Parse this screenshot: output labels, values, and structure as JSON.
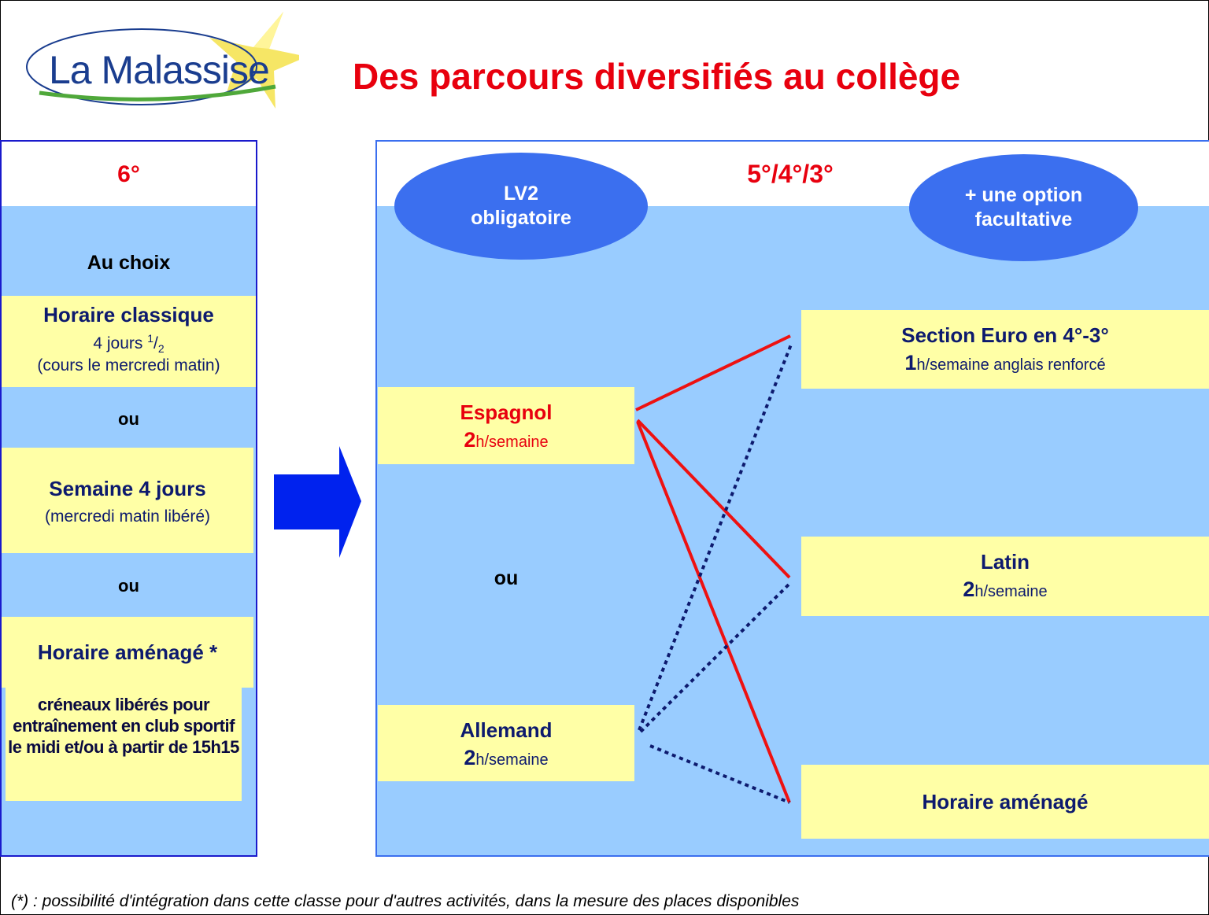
{
  "logo": {
    "text": "La Malassise"
  },
  "title": "Des parcours diversifiés au collège",
  "left_panel": {
    "heading": "6°",
    "choice_label": "Au choix",
    "option1": {
      "title": "Horaire classique",
      "line1_prefix": "4 jours ",
      "line1_num": "1",
      "line1_slash": "/",
      "line1_den": "2",
      "line2": "(cours le mercredi matin)"
    },
    "or1": "ou",
    "option2": {
      "title": "Semaine 4 jours",
      "line1": "(mercredi matin libéré)"
    },
    "or2": "ou",
    "option3": {
      "title": "Horaire aménagé *",
      "note": "créneaux libérés pour entraînement en club sportif le midi et/ou à partir de 15h15"
    }
  },
  "right_panel": {
    "heading": "5°/4°/3°",
    "lv2_oval": {
      "line1": "LV2",
      "line2": "obligatoire"
    },
    "option_oval": {
      "line1": "+ une option",
      "line2": "facultative"
    },
    "espagnol": {
      "name": "Espagnol",
      "hours_num": "2",
      "hours_unit": "h/semaine"
    },
    "or": "ou",
    "allemand": {
      "name": "Allemand",
      "hours_num": "2",
      "hours_unit": "h/semaine"
    },
    "euro": {
      "name": "Section Euro en 4°-3°",
      "hours_num": "1",
      "hours_unit": "h/semaine anglais renforcé"
    },
    "latin": {
      "name": "Latin",
      "hours_num": "2",
      "hours_unit": "h/semaine"
    },
    "amenage": {
      "name": "Horaire aménagé"
    }
  },
  "colors": {
    "red": "#e8000e",
    "navy": "#0d1a6e",
    "light_blue": "#99ccff",
    "yellow": "#ffffa6",
    "oval_blue": "#3b6fef",
    "arrow_blue": "#0022ee"
  },
  "footer": "(*) : possibilité d'intégration dans cette classe pour d'autres activités, dans la mesure des places disponibles"
}
